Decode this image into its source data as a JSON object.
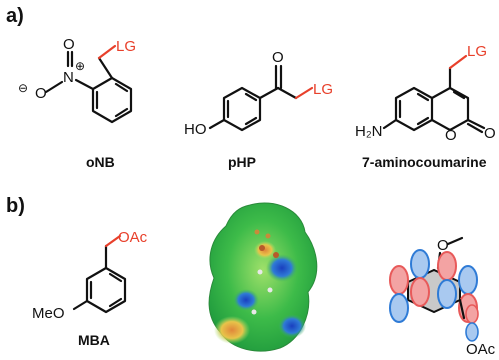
{
  "panels": {
    "a": "a)",
    "b": "b)"
  },
  "molecules": {
    "onb": {
      "caption": "oNB",
      "lg": "LG",
      "n": "N",
      "charge_plus": "⊕",
      "charge_minus": "⊖",
      "o": "O"
    },
    "php": {
      "caption": "pHP",
      "lg": "LG",
      "o": "O",
      "ho": "HO"
    },
    "coumarin": {
      "caption": "7-aminocoumarine",
      "lg": "LG",
      "h2n": "H₂N",
      "o": "O"
    },
    "mba": {
      "caption": "MBA",
      "oac": "OAc",
      "meo": "MeO"
    },
    "orbital": {
      "o": "O",
      "oac": "OAc"
    }
  },
  "colors": {
    "lg_red": "#e8402b",
    "orbital_blue": "#2f7bd6",
    "orbital_red": "#e85a5a",
    "esp_green": "#3ab54a"
  }
}
